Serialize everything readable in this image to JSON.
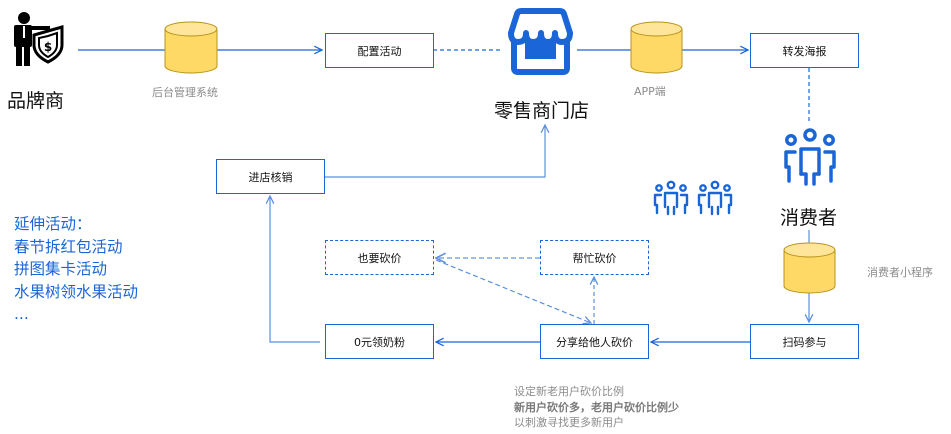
{
  "nodes": {
    "brand": {
      "label": "品牌商",
      "icon": "businessman-shield-dollar-icon"
    },
    "backend_db": {
      "label": "后台管理系统",
      "icon": "database-cylinder-icon"
    },
    "config_activity": {
      "label": "配置活动"
    },
    "retail_store": {
      "label": "零售商门店",
      "icon": "storefront-icon"
    },
    "app_db": {
      "label": "APP端",
      "icon": "database-cylinder-icon"
    },
    "forward_poster": {
      "label": "转发海报"
    },
    "consumer": {
      "label": "消费者",
      "icon": "people-group-icon"
    },
    "miniprogram_db": {
      "label": "消费者小程序",
      "icon": "database-cylinder-icon"
    },
    "scan_join": {
      "label": "扫码参与"
    },
    "share_bargain": {
      "label": "分享给他人砍价"
    },
    "help_bargain": {
      "label": "帮忙砍价"
    },
    "also_bargain": {
      "label": "也要砍价"
    },
    "free_milk": {
      "label": "0元领奶粉"
    },
    "store_redeem": {
      "label": "进店核销"
    },
    "friends": {
      "icon": "people-group-icon",
      "count": 2
    }
  },
  "extension": {
    "title": "延伸活动：",
    "items": [
      "春节拆红包活动",
      "拼图集卡活动",
      "水果树领水果活动",
      "..."
    ]
  },
  "note": {
    "line1": "设定新老用户砍价比例",
    "line2": "新用户砍价多，老用户砍价比例少",
    "line3": "以刺激寻找更多新用户"
  },
  "colors": {
    "accent": "#1a66d9",
    "cylinder_fill": "#ffd966",
    "cylinder_top": "#ffe599",
    "cylinder_stroke": "#b8941e",
    "label_gray": "#8c8c8c"
  }
}
